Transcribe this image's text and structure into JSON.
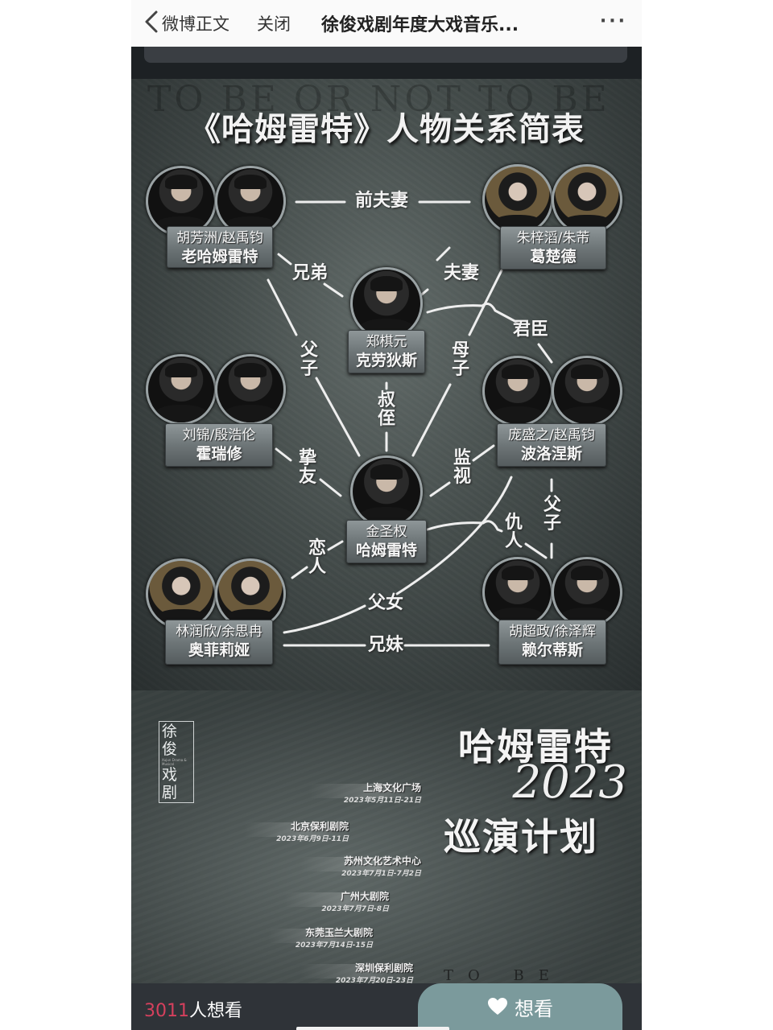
{
  "navbar": {
    "back_label": "微博正文",
    "close_label": "关闭",
    "title": "徐俊戏剧年度大戏音乐...",
    "more_label": "···"
  },
  "poster1": {
    "watermark": "TO BE OR NOT TO BE",
    "title": "《哈姆雷特》人物关系简表",
    "characters": [
      {
        "id": "old-hamlet",
        "actors": "胡芳洲/赵禹钧",
        "role": "老哈姆雷特"
      },
      {
        "id": "gertrude",
        "actors": "朱梓滔/朱芾",
        "role": "葛楚德"
      },
      {
        "id": "claudius",
        "actors": "郑棋元",
        "role": "克劳狄斯"
      },
      {
        "id": "horatio",
        "actors": "刘锦/殷浩伦",
        "role": "霍瑞修"
      },
      {
        "id": "polonius",
        "actors": "庞盛之/赵禹钧",
        "role": "波洛涅斯"
      },
      {
        "id": "hamlet",
        "actors": "金圣权",
        "role": "哈姆雷特"
      },
      {
        "id": "ophelia",
        "actors": "林润欣/余思冉",
        "role": "奥菲莉娅"
      },
      {
        "id": "laertes",
        "actors": "胡超政/徐泽辉",
        "role": "赖尔蒂斯"
      }
    ],
    "relations": {
      "ex_spouse": "前夫妻",
      "brothers": "兄弟",
      "spouse": "夫妻",
      "king_minister": "君臣",
      "father_son_left": "父子",
      "mother_son": "母子",
      "uncle_nephew": "叔侄",
      "best_friend": "挚友",
      "surveillance": "监视",
      "father_son_right": "父子",
      "enemy": "仇人",
      "lovers": "恋人",
      "father_daughter": "父女",
      "siblings": "兄妹"
    }
  },
  "poster2": {
    "logo_line1": "徐俊",
    "logo_small": "Xujun Drama & Musical",
    "logo_line2": "戏剧",
    "title": "哈姆雷特",
    "year": "2023",
    "subtitle": "巡演计划",
    "tour": [
      {
        "venue": "上海文化广场",
        "dates": "2023年5月11日-21日"
      },
      {
        "venue": "北京保利剧院",
        "dates": "2023年6月9日-11日"
      },
      {
        "venue": "苏州文化艺术中心",
        "dates": "2023年7月1日-7月2日"
      },
      {
        "venue": "广州大剧院",
        "dates": "2023年7月7日-8日"
      },
      {
        "venue": "东莞玉兰大剧院",
        "dates": "2023年7月14日-15日"
      },
      {
        "venue": "深圳保利剧院",
        "dates": "2023年7月20日-23日"
      }
    ],
    "footer_watermark": "TO BE"
  },
  "bottombar": {
    "count": "3011",
    "count_suffix": "人想看",
    "want_label": "想看",
    "colors": {
      "count": "#d5405d",
      "button": "#7b9a9c"
    }
  }
}
